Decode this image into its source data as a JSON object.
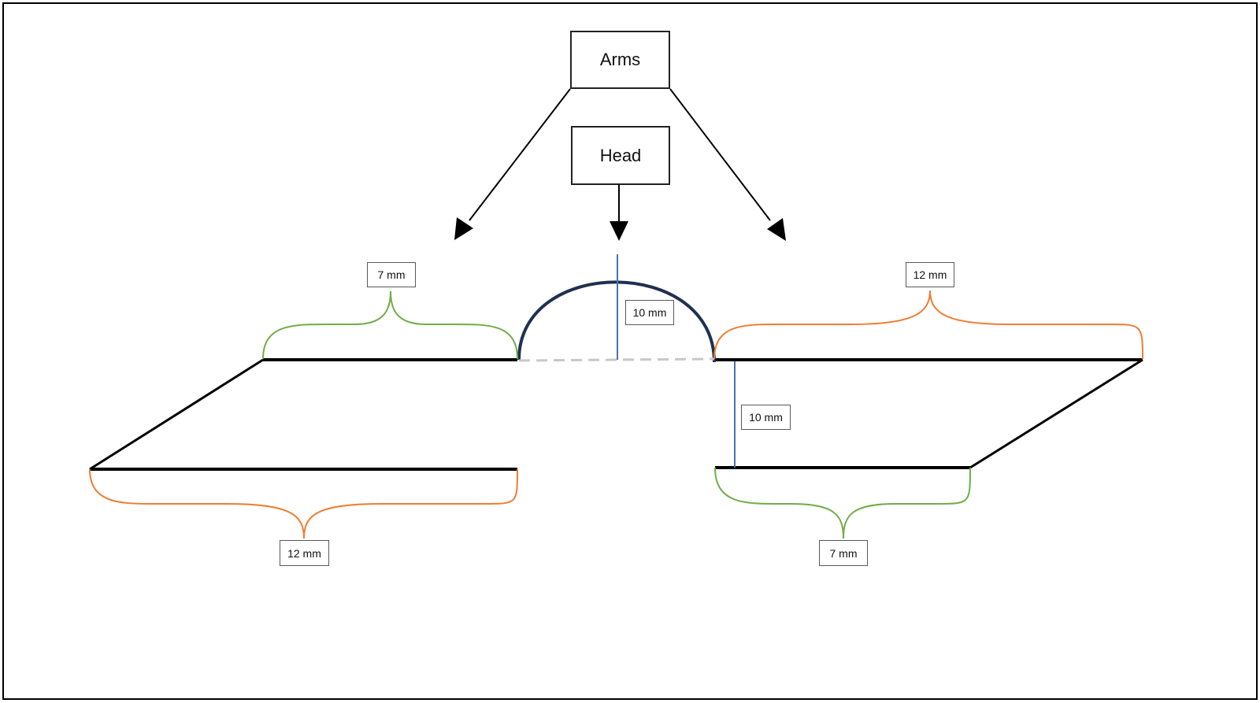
{
  "labels": {
    "arms": "Arms",
    "head": "Head",
    "dim_top_left": "7 mm",
    "dim_top_right": "12 mm",
    "dim_head_height": "10 mm",
    "dim_right_height": "10 mm",
    "dim_bottom_left": "12 mm",
    "dim_bottom_right": "7 mm"
  },
  "colors": {
    "outline": "#000000",
    "head_arc": "#1f3050",
    "dimension_line": "#4a72b0",
    "brace_green": "#70ad47",
    "brace_orange": "#ed7d31",
    "dashed_base": "#c8c8c8"
  }
}
